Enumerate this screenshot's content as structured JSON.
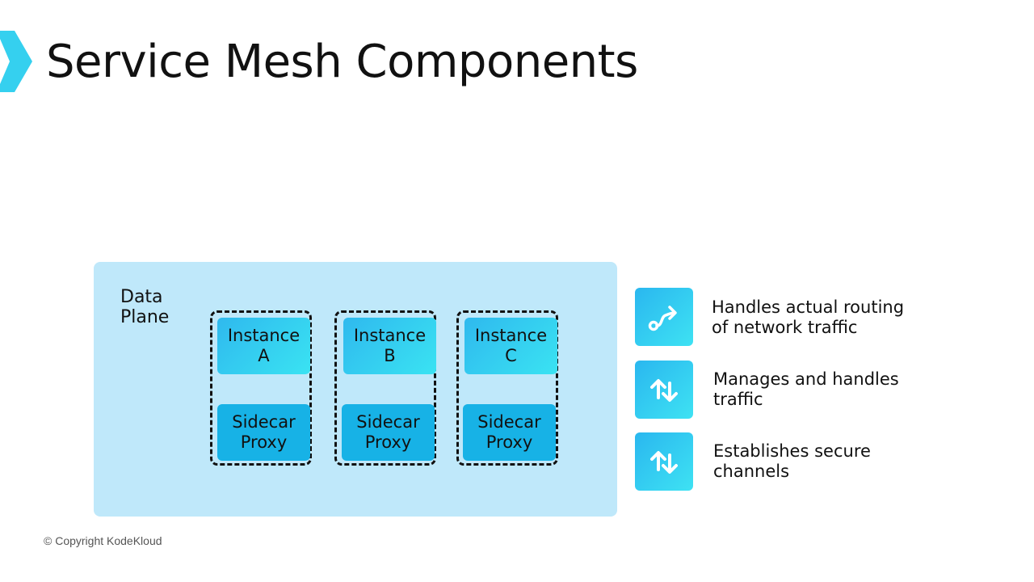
{
  "title": "Service Mesh Components",
  "accent_color": "#35d0ef",
  "data_plane": {
    "label_line1": "Data",
    "label_line2": "Plane",
    "pods": [
      {
        "instance_line1": "Instance",
        "instance_line2": "A",
        "proxy_line1": "Sidecar",
        "proxy_line2": "Proxy"
      },
      {
        "instance_line1": "Instance",
        "instance_line2": "B",
        "proxy_line1": "Sidecar",
        "proxy_line2": "Proxy"
      },
      {
        "instance_line1": "Instance",
        "instance_line2": "C",
        "proxy_line1": "Sidecar",
        "proxy_line2": "Proxy"
      }
    ]
  },
  "features": [
    {
      "icon": "route-icon",
      "line1": "Handles actual routing",
      "line2": "of network traffic"
    },
    {
      "icon": "swap-arrows-icon",
      "line1": "Manages and handles",
      "line2": "traffic"
    },
    {
      "icon": "swap-arrows-icon",
      "line1": "Establishes secure",
      "line2": "channels"
    }
  ],
  "footer": {
    "copyright": "© Copyright KodeKloud"
  }
}
